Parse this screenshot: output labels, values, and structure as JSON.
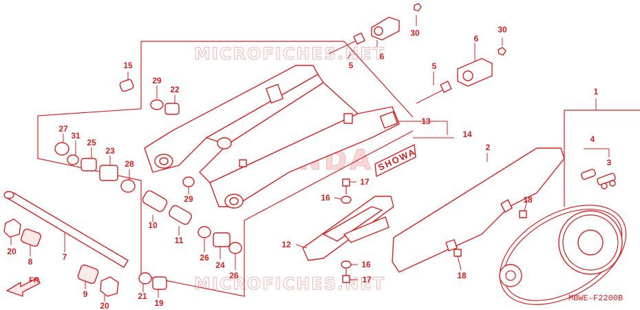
{
  "watermark": {
    "top": "MICROFICHES.NET",
    "bottom": "MICROFICHES.NET",
    "brand": "HONDA"
  },
  "drawing_code": "MBWE–F2200B",
  "direction_label": "FR",
  "swingarm_decal": "SHOWA",
  "colors": {
    "line": "#d81e1e",
    "watermark": "#f2b6b6"
  },
  "callouts": [
    {
      "id": "c-30a",
      "label": "30"
    },
    {
      "id": "c-6a",
      "label": "6"
    },
    {
      "id": "c-5a",
      "label": "5"
    },
    {
      "id": "c-6b",
      "label": "6"
    },
    {
      "id": "c-30b",
      "label": "30"
    },
    {
      "id": "c-5b",
      "label": "5"
    },
    {
      "id": "c-15",
      "label": "15"
    },
    {
      "id": "c-29a",
      "label": "29"
    },
    {
      "id": "c-22",
      "label": "22"
    },
    {
      "id": "c-1",
      "label": "1"
    },
    {
      "id": "c-13",
      "label": "13"
    },
    {
      "id": "c-14",
      "label": "14"
    },
    {
      "id": "c-27",
      "label": "27"
    },
    {
      "id": "c-31",
      "label": "31"
    },
    {
      "id": "c-25",
      "label": "25"
    },
    {
      "id": "c-23",
      "label": "23"
    },
    {
      "id": "c-28",
      "label": "28"
    },
    {
      "id": "c-2",
      "label": "2"
    },
    {
      "id": "c-4",
      "label": "4"
    },
    {
      "id": "c-3",
      "label": "3"
    },
    {
      "id": "c-17a",
      "label": "17"
    },
    {
      "id": "c-16a",
      "label": "16"
    },
    {
      "id": "c-29b",
      "label": "29"
    },
    {
      "id": "c-18a",
      "label": "18"
    },
    {
      "id": "c-10",
      "label": "10"
    },
    {
      "id": "c-11",
      "label": "11"
    },
    {
      "id": "c-12",
      "label": "12"
    },
    {
      "id": "c-20a",
      "label": "20"
    },
    {
      "id": "c-8",
      "label": "8"
    },
    {
      "id": "c-7",
      "label": "7"
    },
    {
      "id": "c-26a",
      "label": "26"
    },
    {
      "id": "c-24",
      "label": "24"
    },
    {
      "id": "c-26b",
      "label": "26"
    },
    {
      "id": "c-16b",
      "label": "16"
    },
    {
      "id": "c-17b",
      "label": "17"
    },
    {
      "id": "c-18b",
      "label": "18"
    },
    {
      "id": "c-9",
      "label": "9"
    },
    {
      "id": "c-20b",
      "label": "20"
    },
    {
      "id": "c-21",
      "label": "21"
    },
    {
      "id": "c-19",
      "label": "19"
    }
  ]
}
